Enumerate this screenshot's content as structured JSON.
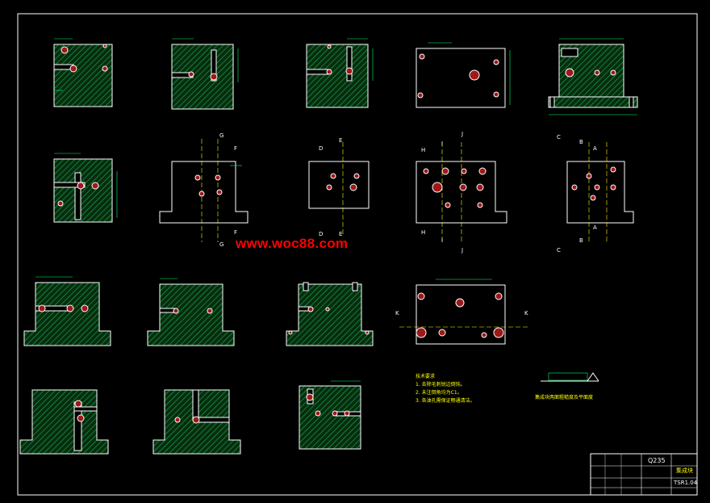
{
  "watermark": "www.woc88.com",
  "notes": {
    "title": "技术要求",
    "items": [
      "1. 去除毛刺锐边倒钝。",
      "2. 未注倒角均为C1。",
      "3. 各油孔需保证畅通清洁。"
    ]
  },
  "flatness_label": "集成块两面粗糙度及平面度",
  "title_block": {
    "material": "Q235",
    "part_name": "集成块",
    "drawing_no": "TSR1.04"
  },
  "section_marks": [
    "C",
    "C",
    "B",
    "B",
    "A",
    "A",
    "D",
    "D",
    "E",
    "E",
    "F",
    "F",
    "G",
    "G",
    "H",
    "H",
    "I",
    "I",
    "J",
    "J",
    "K",
    "K"
  ],
  "colors": {
    "background": "#000000",
    "outline": "#ffffff",
    "hatch": "#00cc44",
    "dimension": "#00ff66",
    "hole": "#ff2222",
    "centerline": "#ffff00",
    "watermark": "#ff0000"
  }
}
